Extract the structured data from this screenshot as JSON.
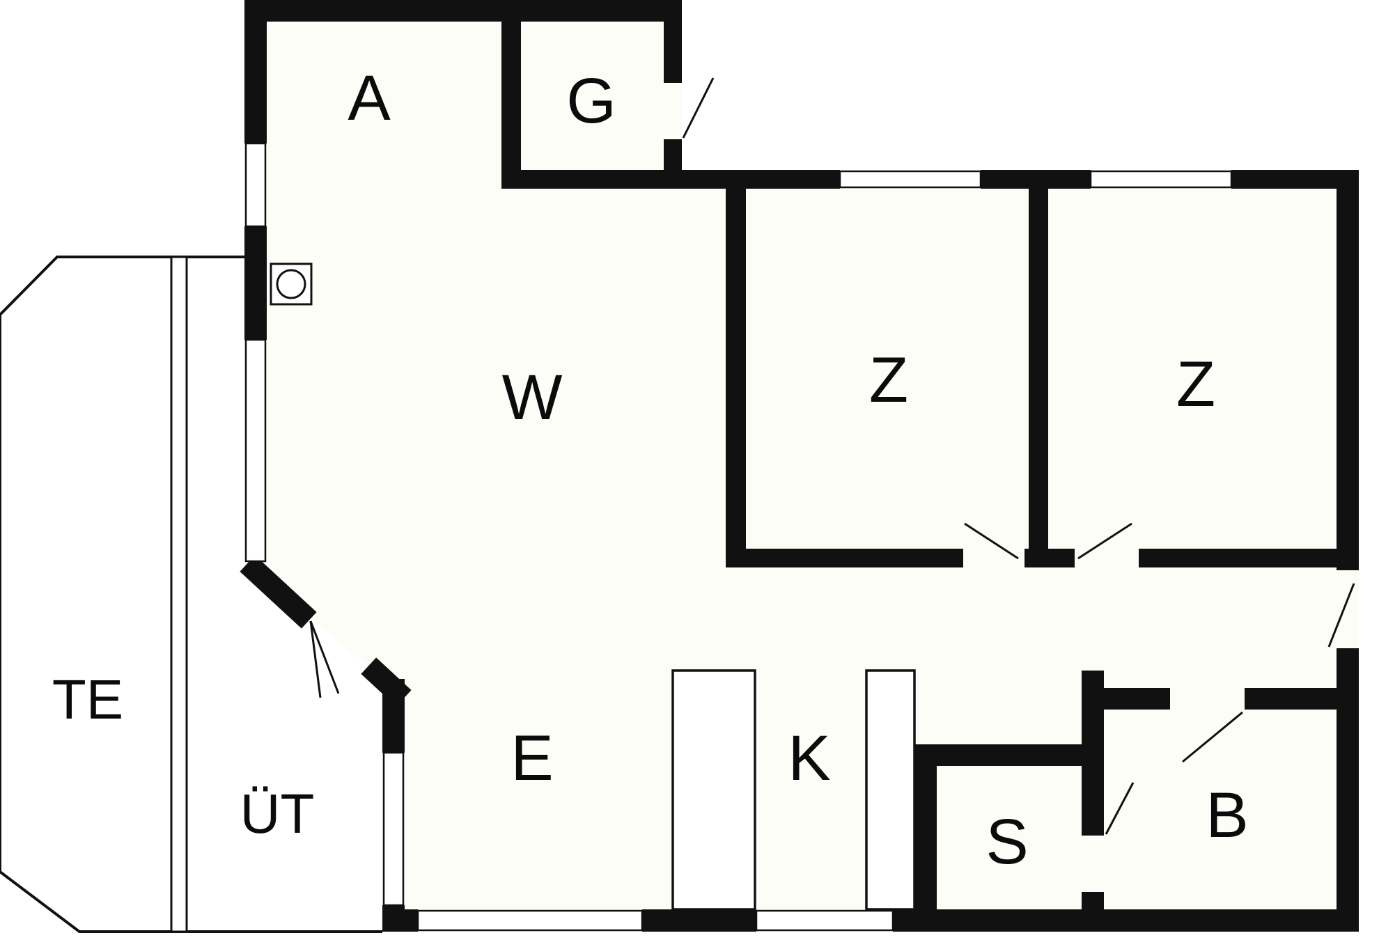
{
  "document": {
    "type": "floor-plan",
    "background": "#ffffff"
  },
  "colors": {
    "wall": "#111111",
    "line": "#111111",
    "floor": "#fdfdf7"
  },
  "rooms": [
    {
      "id": "a",
      "label": "A"
    },
    {
      "id": "g",
      "label": "G"
    },
    {
      "id": "w",
      "label": "W"
    },
    {
      "id": "z1",
      "label": "Z"
    },
    {
      "id": "z2",
      "label": "Z"
    },
    {
      "id": "te",
      "label": "TE"
    },
    {
      "id": "uet",
      "label": "ÜT"
    },
    {
      "id": "e",
      "label": "E"
    },
    {
      "id": "k",
      "label": "K"
    },
    {
      "id": "s",
      "label": "S"
    },
    {
      "id": "b",
      "label": "B"
    }
  ],
  "icons": [
    {
      "name": "washing-machine-icon",
      "shape": "square-with-circle"
    }
  ]
}
